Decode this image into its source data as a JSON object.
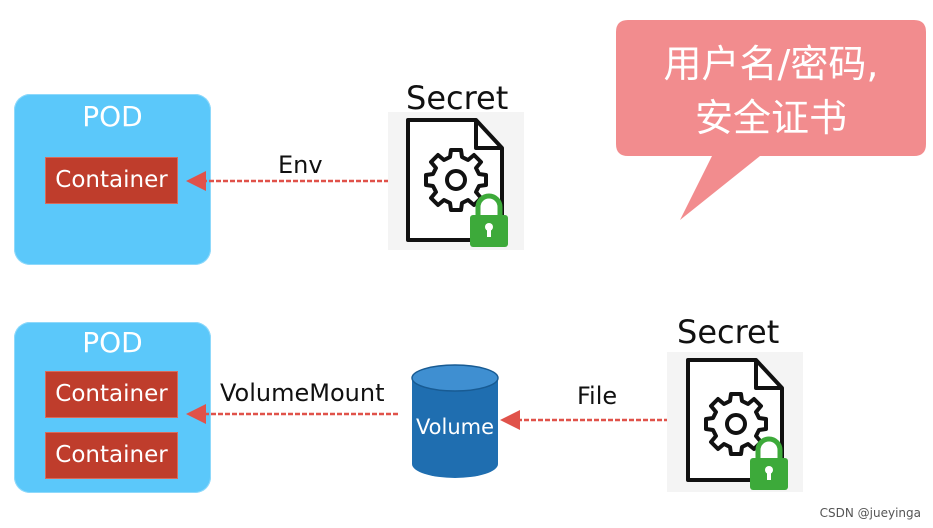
{
  "top": {
    "pod_title": "POD",
    "container_label": "Container",
    "arrow_label": "Env",
    "secret_title": "Secret"
  },
  "bottom": {
    "pod_title": "POD",
    "containers": [
      "Container",
      "Container"
    ],
    "volume_arrow_label": "VolumeMount",
    "volume_label": "Volume",
    "file_arrow_label": "File",
    "secret_title": "Secret"
  },
  "callout": {
    "line1": "用户名/密码,",
    "line2": "安全证书"
  },
  "watermark": "CSDN @jueyinga",
  "colors": {
    "pod": "#5bc8fa",
    "container": "#bf3d2c",
    "arrow": "#e0524a",
    "callout": "#f28c8e",
    "volume": "#1f6eb0",
    "lock": "#3daa3a"
  },
  "icons": {
    "secret_document": "gear-document-icon",
    "lock": "padlock-icon",
    "volume": "database-cylinder-icon"
  }
}
